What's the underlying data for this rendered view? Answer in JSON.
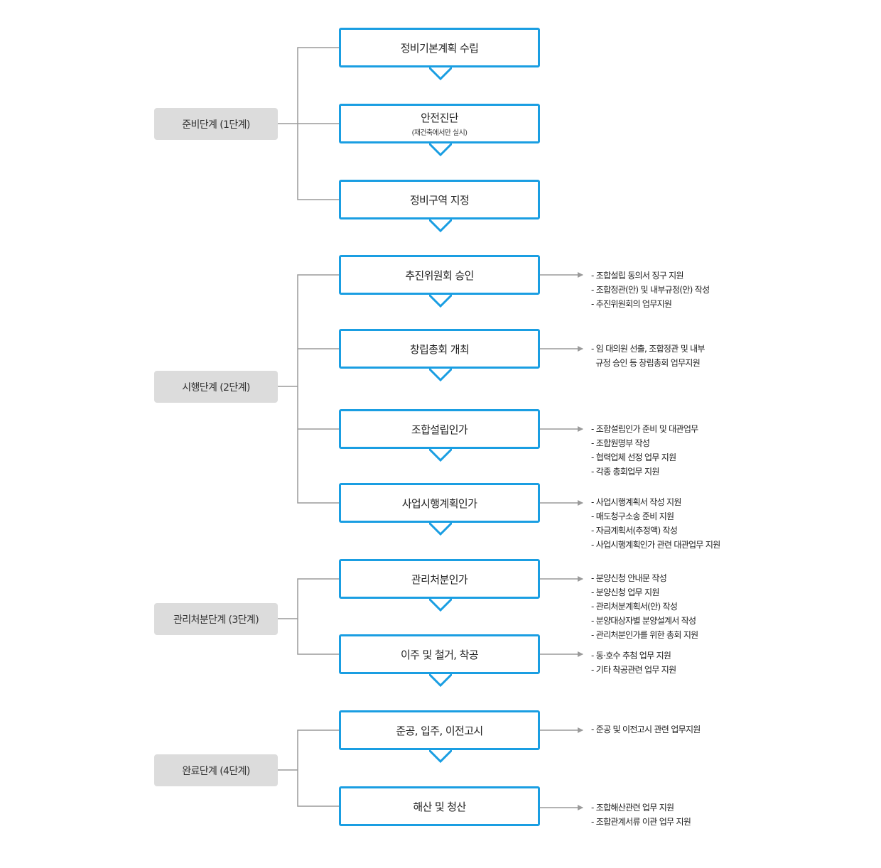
{
  "stages": [
    {
      "label": "준비단계 (1단계)",
      "steps": [
        {
          "title": "정비기본계획 수립",
          "sub": null,
          "notes": []
        },
        {
          "title": "안전진단",
          "sub": "(재건축에서만 실시)",
          "notes": []
        },
        {
          "title": "정비구역 지정",
          "sub": null,
          "notes": []
        }
      ]
    },
    {
      "label": "시행단계 (2단계)",
      "steps": [
        {
          "title": "추진위원회 승인",
          "sub": null,
          "notes": [
            "- 조합설립 동의서 징구 지원",
            "- 조합정관(안) 및 내부규정(안) 작성",
            "- 추진위원회의 업무지원"
          ]
        },
        {
          "title": "창립총회 개최",
          "sub": null,
          "notes": [
            "- 임 대의원 선출, 조합정관 및 내부",
            "  규정 승인 등 창립총회 업무지원"
          ]
        },
        {
          "title": "조합설립인가",
          "sub": null,
          "notes": [
            "- 조합설립인가 준비 및 대관업무",
            "- 조합원명부 작성",
            "- 협력업체 선정 업무 지원",
            "- 각종 총회업무 지원"
          ]
        },
        {
          "title": "사업시행계획인가",
          "sub": null,
          "notes": [
            "- 사업시행계획서 작성 지원",
            "- 매도청구소송 준비 지원",
            "- 자금계획서(추정액) 작성",
            "- 사업시행계획인가 관련 대관업무 지원"
          ]
        }
      ]
    },
    {
      "label": "관리처분단계 (3단계)",
      "steps": [
        {
          "title": "관리처분인가",
          "sub": null,
          "notes": [
            "- 분양신청 안내문 작성",
            "- 분양신청 업무 지원",
            "- 관리처분계획서(안) 작성",
            "- 분양대상자별 분양설계서 작성",
            "- 관리처분인가를 위한 총회 지원"
          ]
        },
        {
          "title": "이주 및 철거, 착공",
          "sub": null,
          "notes": [
            "- 동·호수 추첨 업무 지원",
            "- 기타 착공관련 업무 지원"
          ]
        }
      ]
    },
    {
      "label": "완료단계 (4단계)",
      "steps": [
        {
          "title": "준공, 입주, 이전고시",
          "sub": null,
          "notes": [
            "- 준공 및 이전고시 관련 업무지원"
          ]
        },
        {
          "title": "해산 및 청산",
          "sub": null,
          "notes": [
            "- 조합해산관련 업무 지원",
            "- 조합관계서류 이관 업무 지원"
          ]
        }
      ]
    }
  ],
  "colors": {
    "box_border": "#1a9ee2",
    "stage_bg": "#dcdcdc",
    "connector": "#9a9a9a"
  }
}
